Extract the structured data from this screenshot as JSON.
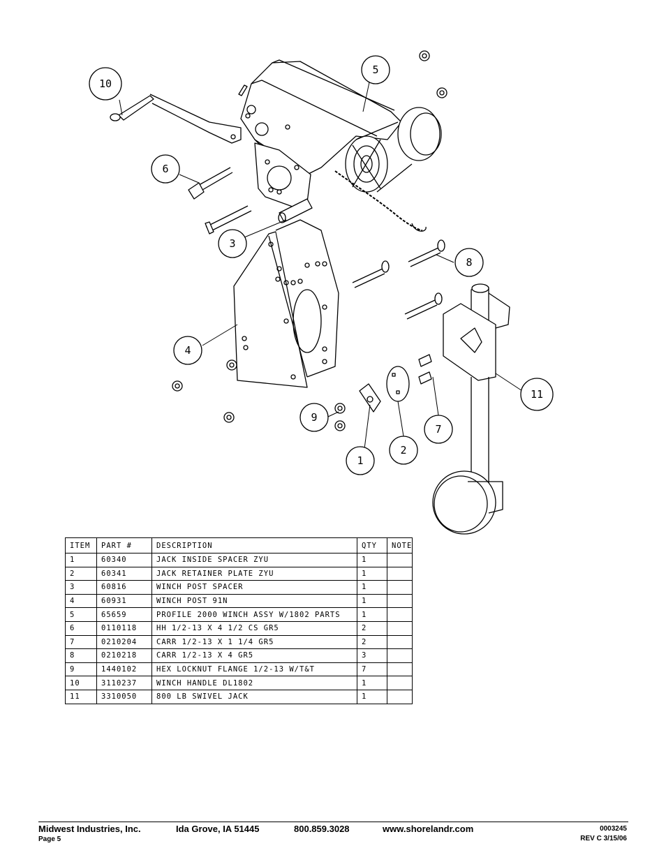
{
  "diagram": {
    "balloons": [
      "1",
      "2",
      "3",
      "4",
      "5",
      "6",
      "7",
      "8",
      "9",
      "10",
      "11"
    ]
  },
  "table": {
    "headers": [
      "ITEM",
      "PART #",
      "DESCRIPTION",
      "QTY",
      "NOTE"
    ],
    "rows": [
      [
        "1",
        "60340",
        "JACK INSIDE SPACER ZYU",
        "1",
        ""
      ],
      [
        "2",
        "60341",
        "JACK RETAINER PLATE ZYU",
        "1",
        ""
      ],
      [
        "3",
        "60816",
        "WINCH POST SPACER",
        "1",
        ""
      ],
      [
        "4",
        "60931",
        "WINCH POST 91N",
        "1",
        ""
      ],
      [
        "5",
        "65659",
        "PROFILE 2000 WINCH ASSY W/1802 PARTS",
        "1",
        ""
      ],
      [
        "6",
        "0110118",
        "HH 1/2-13 X 4 1/2 CS GR5",
        "2",
        ""
      ],
      [
        "7",
        "0210204",
        "CARR 1/2-13 X 1 1/4 GR5",
        "2",
        ""
      ],
      [
        "8",
        "0210218",
        "CARR 1/2-13 X 4 GR5",
        "3",
        ""
      ],
      [
        "9",
        "1440102",
        "HEX LOCKNUT FLANGE 1/2-13 W/T&T",
        "7",
        ""
      ],
      [
        "10",
        "3110237",
        "WINCH HANDLE  DL1802",
        "1",
        ""
      ],
      [
        "11",
        "3310050",
        "800 LB SWIVEL JACK",
        "1",
        ""
      ]
    ]
  },
  "footer": {
    "company": "Midwest Industries, Inc.",
    "city": "Ida Grove, IA  51445",
    "phone": "800.859.3028",
    "website": "www.shorelandr.com",
    "page": "Page 5",
    "doc_number": "0003245",
    "revision": "REV C  3/15/06"
  }
}
